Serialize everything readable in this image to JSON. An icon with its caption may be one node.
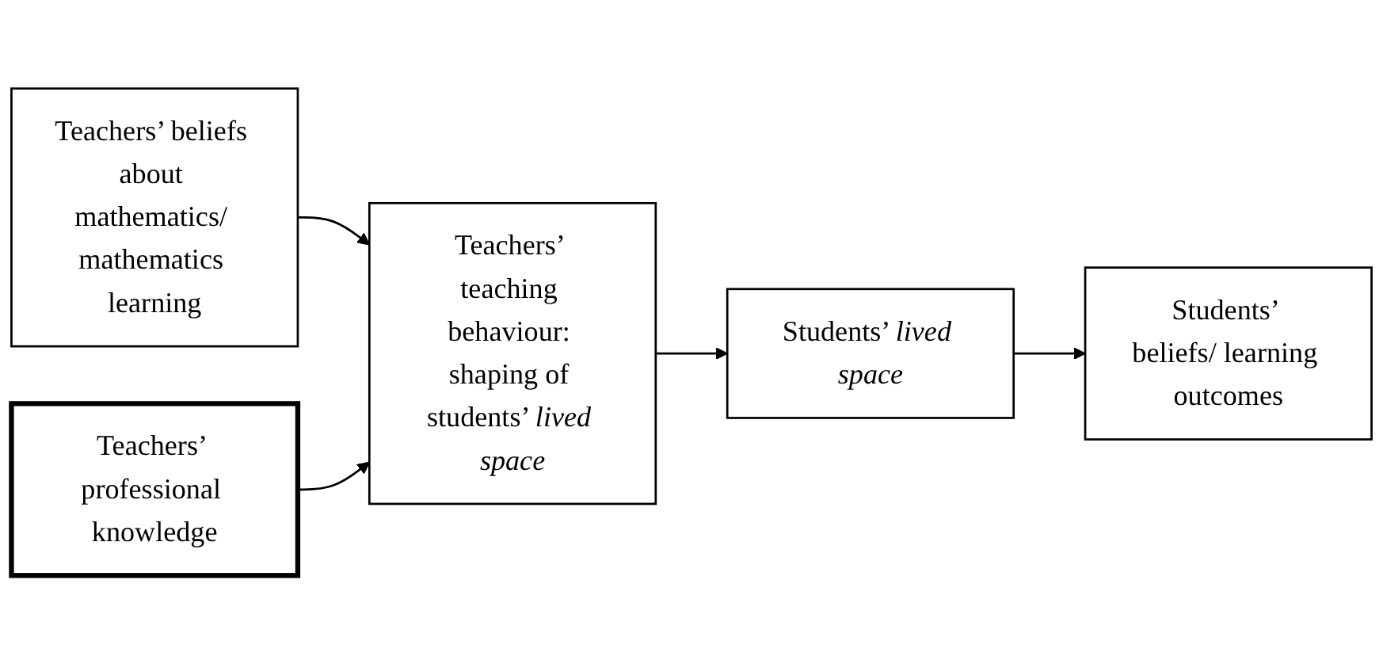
{
  "diagram": {
    "nodes": [
      {
        "text": [
          "Teachers’ beliefs about mathematics/ mathematics learning"
        ]
      },
      {
        "text": [
          "Teachers’ professional knowledge"
        ]
      },
      {
        "text": [
          "Teachers’ teaching behaviour: shaping of students’ *lived space*"
        ]
      },
      {
        "text": [
          "Students’ *lived space*"
        ]
      },
      {
        "text": [
          "Students’ beliefs/ learning outcomes"
        ]
      }
    ],
    "edges": [
      {
        "from": 0,
        "to": 2,
        "arrow": "to"
      },
      {
        "from": 1,
        "to": 2,
        "arrow": "to"
      },
      {
        "from": 2,
        "to": 3,
        "arrow": "to"
      },
      {
        "from": 3,
        "to": 4,
        "arrow": "to"
      }
    ]
  }
}
